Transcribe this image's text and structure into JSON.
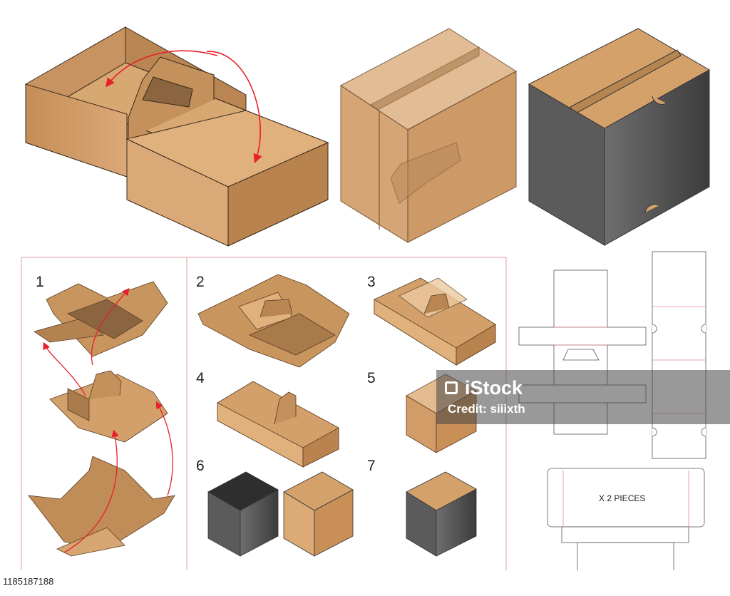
{
  "steps": [
    "1",
    "2",
    "3",
    "4",
    "5",
    "6",
    "7"
  ],
  "dieline_note": "X 2 PIECES",
  "watermark": {
    "brand": "iStock",
    "credit": "Credit: siiixth"
  },
  "image_id": "1185187188",
  "colors": {
    "kraft": "#cf9c66",
    "kraft_dark": "#a87a4b",
    "kraft_light": "#e2b888",
    "grey": "#585858",
    "arrow": "#e8202a",
    "frame": "#e3a0a5",
    "dieline_red": "#e58a92"
  }
}
